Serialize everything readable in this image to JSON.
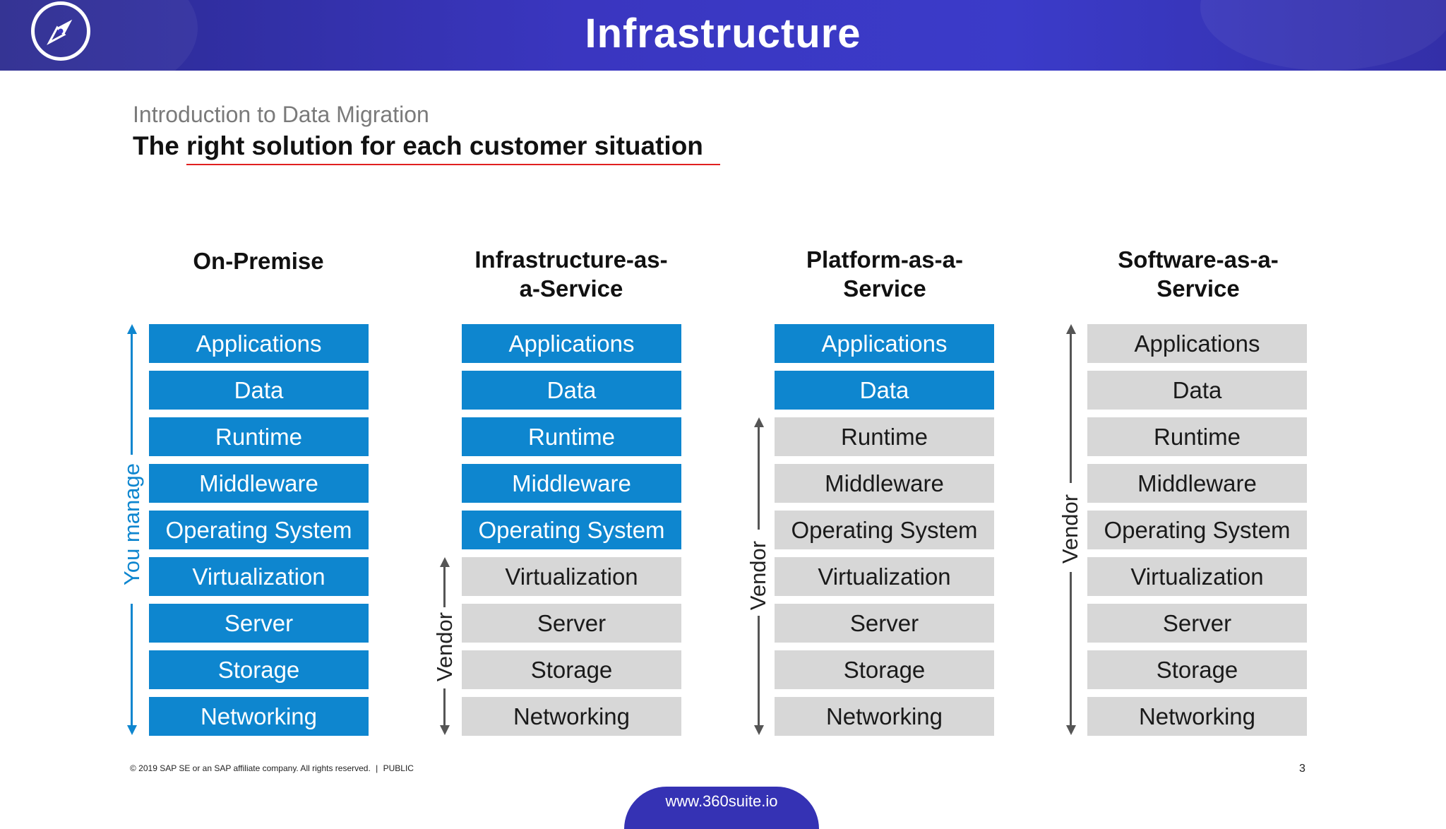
{
  "banner": {
    "title": "Infrastructure"
  },
  "slide": {
    "kicker": "Introduction to Data Migration",
    "headline": "The right solution for each customer situation"
  },
  "columns": [
    {
      "title_line1": "On-Premise",
      "title_line2": "",
      "side_label": "You manage",
      "cells": [
        "Applications",
        "Data",
        "Runtime",
        "Middleware",
        "Operating System",
        "Virtualization",
        "Server",
        "Storage",
        "Networking"
      ]
    },
    {
      "title_line1": "Infrastructure-as-",
      "title_line2": "a-Service",
      "side_label": "Vendor",
      "cells": [
        "Applications",
        "Data",
        "Runtime",
        "Middleware",
        "Operating System",
        "Virtualization",
        "Server",
        "Storage",
        "Networking"
      ]
    },
    {
      "title_line1": "Platform-as-a-",
      "title_line2": "Service",
      "side_label": "Vendor",
      "cells": [
        "Applications",
        "Data",
        "Runtime",
        "Middleware",
        "Operating System",
        "Virtualization",
        "Server",
        "Storage",
        "Networking"
      ]
    },
    {
      "title_line1": "Software-as-a-",
      "title_line2": "Service",
      "side_label": "Vendor",
      "cells": [
        "Applications",
        "Data",
        "Runtime",
        "Middleware",
        "Operating System",
        "Virtualization",
        "Server",
        "Storage",
        "Networking"
      ]
    }
  ],
  "colors": {
    "customer_managed": "#0e86cf",
    "vendor_managed": "#d7d7d7",
    "banner": "#3a36c0",
    "accent_underline": "#e02020"
  },
  "footer": {
    "copyright": "© 2019 SAP SE or an SAP affiliate company. All rights reserved.",
    "separator": "|",
    "classification": "PUBLIC",
    "page_number": "3"
  },
  "website": "www.360suite.io"
}
